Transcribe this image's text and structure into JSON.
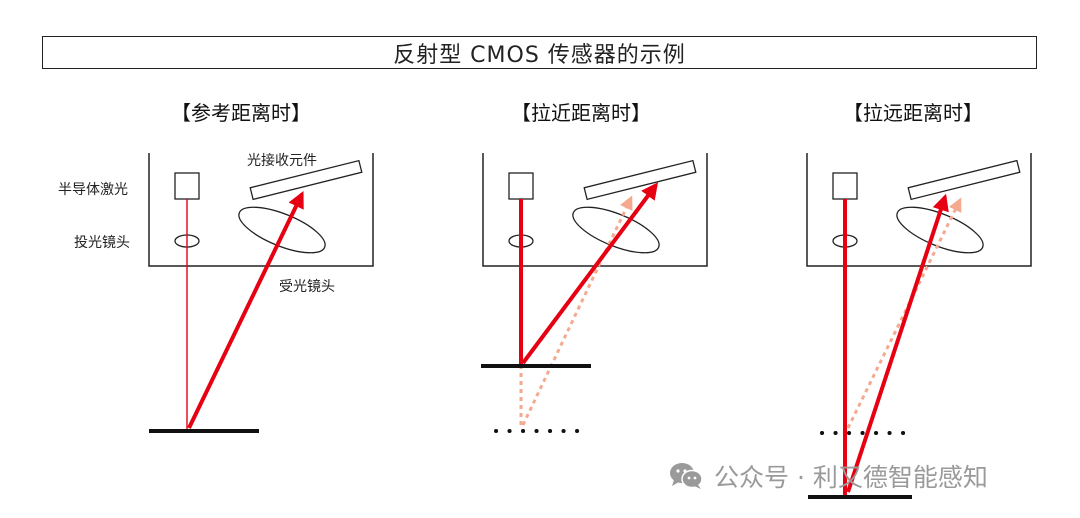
{
  "title": "反射型 CMOS 传感器的示例",
  "panels": [
    {
      "heading": "【参考距离时】"
    },
    {
      "heading": "【拉近距离时】"
    },
    {
      "heading": "【拉远距离时】"
    }
  ],
  "labels": {
    "laser": "半导体激光",
    "projector_lens": "投光镜头",
    "receiver": "光接收元件",
    "receiver_lens": "受光镜头"
  },
  "watermark": "公众号 · 利又德智能感知",
  "colors": {
    "beam": "#e60012",
    "ghost_beam": "#f5a98f",
    "line": "#222222"
  }
}
